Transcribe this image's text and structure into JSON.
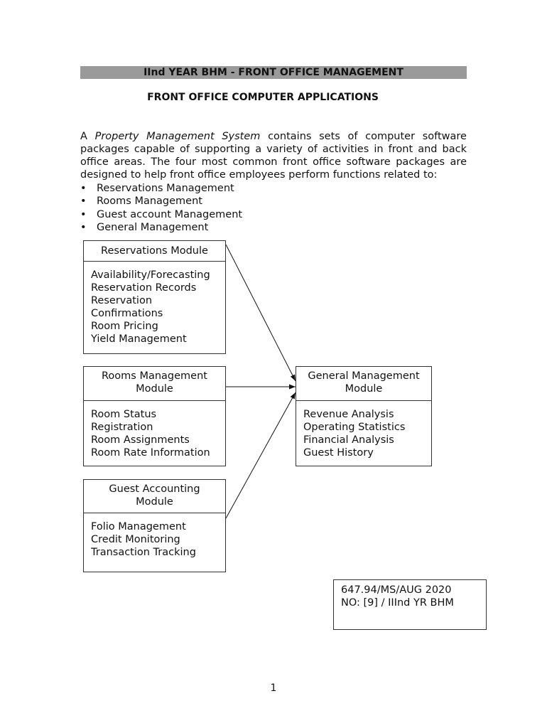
{
  "header": {
    "course_title": "IInd YEAR BHM - FRONT OFFICE MANAGEMENT"
  },
  "document": {
    "title": "FRONT OFFICE COMPUTER APPLICATIONS"
  },
  "intro": {
    "prefix": "A ",
    "emphasis": "Property Management System",
    "text": " contains sets of computer software packages capable of supporting a variety of activities in front and back office areas. The four most common front office software packages are designed to help front office employees perform functions related to:"
  },
  "bullets": {
    "symbol": "•",
    "items": [
      "Reservations Management",
      "Rooms Management",
      "Guest account Management",
      "General Management"
    ]
  },
  "diagram": {
    "reservations": {
      "title": "Reservations Module",
      "items": [
        "Availability/Forecasting",
        "Reservation Records",
        "Reservation",
        "Confirmations",
        "Room Pricing",
        "Yield Management"
      ]
    },
    "rooms": {
      "title_line1": "Rooms Management",
      "title_line2": "Module",
      "items": [
        "Room Status",
        "Registration",
        "Room Assignments",
        "Room Rate Information"
      ]
    },
    "guest": {
      "title_line1": "Guest Accounting",
      "title_line2": "Module",
      "items": [
        "Folio Management",
        "Credit Monitoring",
        "Transaction Tracking"
      ]
    },
    "general": {
      "title_line1": "General Management",
      "title_line2": "Module",
      "items": [
        "Revenue Analysis",
        "Operating Statistics",
        "Financial Analysis",
        "Guest History"
      ]
    }
  },
  "reference": {
    "line1": "647.94/MS/AUG 2020",
    "line2": "NO:  [9] / IIInd YR BHM"
  },
  "page_number": "1"
}
